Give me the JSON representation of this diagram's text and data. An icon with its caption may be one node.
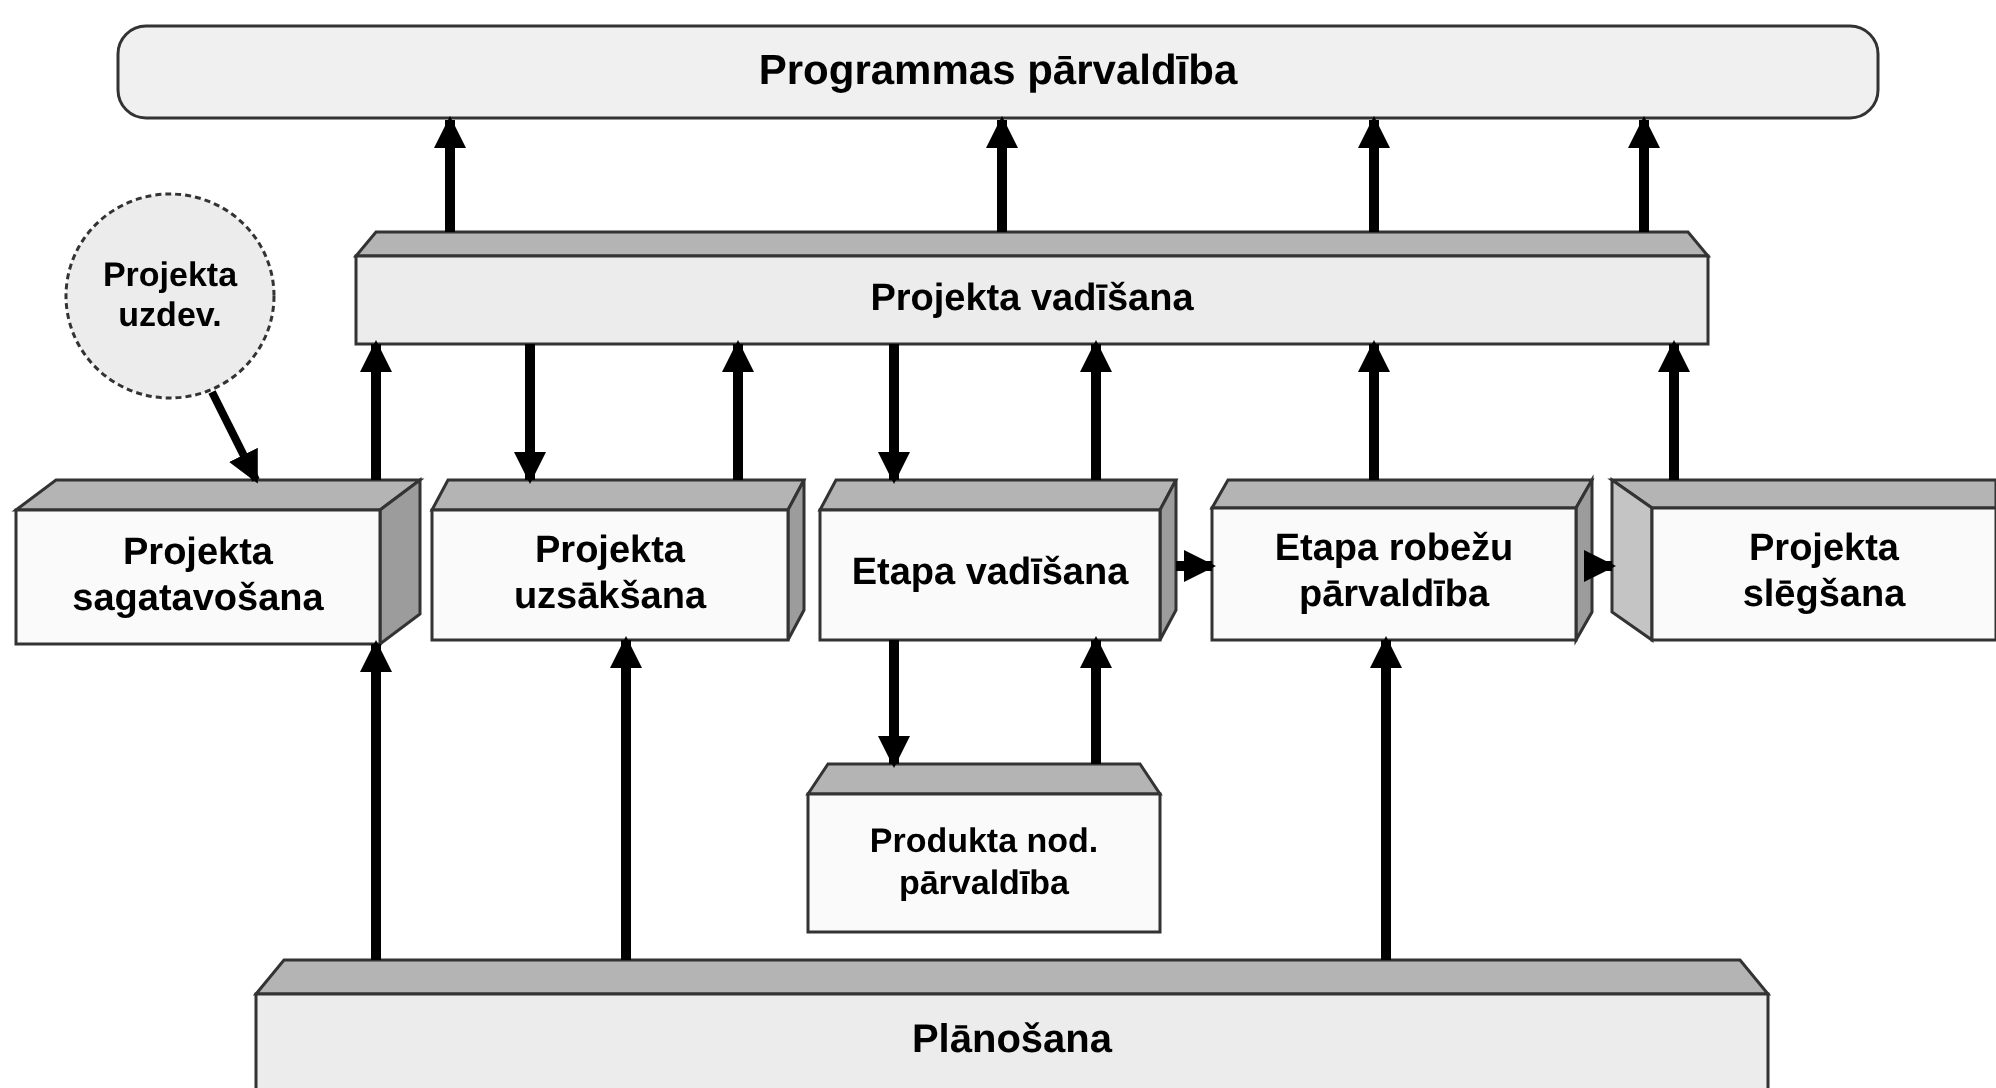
{
  "diagram": {
    "nodes": [
      {
        "text": [
          "Programmas pārvaldība"
        ]
      },
      {
        "text": [
          "Projekta vadīšana"
        ]
      },
      {
        "text": [
          "Projekta uzdev."
        ]
      },
      {
        "text": [
          "Projekta sagatavošana"
        ]
      },
      {
        "text": [
          "Projekta uzsākšana"
        ]
      },
      {
        "text": [
          "Etapa vadīšana"
        ]
      },
      {
        "text": [
          "Etapa robežu pārvaldība"
        ]
      },
      {
        "text": [
          "Projekta slēgšana"
        ]
      },
      {
        "text": [
          "Produkta nod. pārvaldība"
        ]
      },
      {
        "text": [
          "Plānošana"
        ]
      }
    ],
    "edges": [
      {
        "from": 1,
        "to": 0,
        "arrow": "to"
      },
      {
        "from": 1,
        "to": 0,
        "arrow": "to"
      },
      {
        "from": 1,
        "to": 0,
        "arrow": "to"
      },
      {
        "from": 1,
        "to": 0,
        "arrow": "to"
      },
      {
        "from": 2,
        "to": 3,
        "arrow": "to"
      },
      {
        "from": 3,
        "to": 1,
        "arrow": "to"
      },
      {
        "from": 1,
        "to": 4,
        "arrow": "to"
      },
      {
        "from": 4,
        "to": 1,
        "arrow": "to"
      },
      {
        "from": 1,
        "to": 5,
        "arrow": "to"
      },
      {
        "from": 5,
        "to": 1,
        "arrow": "to"
      },
      {
        "from": 6,
        "to": 1,
        "arrow": "to"
      },
      {
        "from": 7,
        "to": 1,
        "arrow": "to"
      },
      {
        "from": 5,
        "to": 6,
        "arrow": "to"
      },
      {
        "from": 6,
        "to": 7,
        "arrow": "to"
      },
      {
        "from": 5,
        "to": 8,
        "arrow": "to"
      },
      {
        "from": 8,
        "to": 5,
        "arrow": "to"
      },
      {
        "from": 9,
        "to": 3,
        "arrow": "to"
      },
      {
        "from": 9,
        "to": 4,
        "arrow": "to"
      },
      {
        "from": 9,
        "to": 6,
        "arrow": "to"
      }
    ]
  }
}
